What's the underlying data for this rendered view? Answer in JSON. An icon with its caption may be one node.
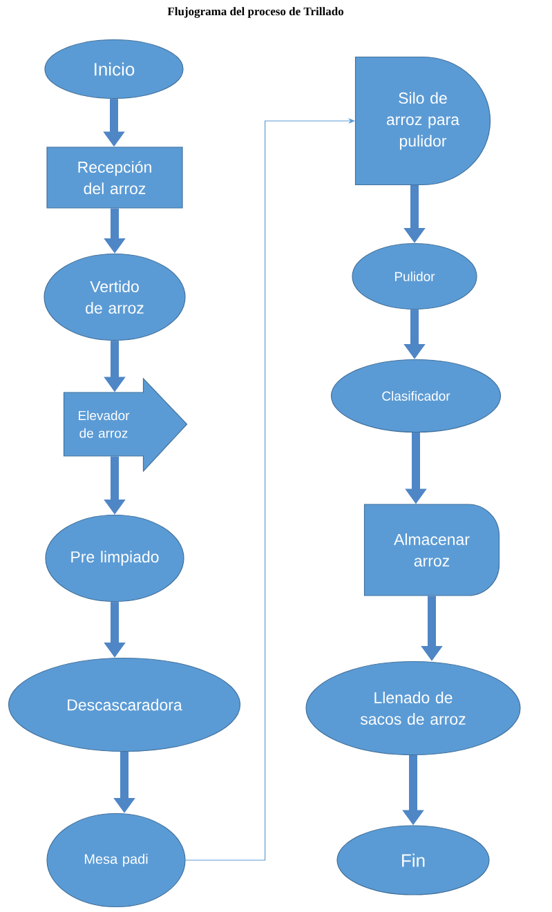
{
  "diagram": {
    "title": "Flujograma del proceso de Trillado",
    "nodes": [
      {
        "text": [
          "Inicio"
        ]
      },
      {
        "text": [
          "Recepción del arroz"
        ]
      },
      {
        "text": [
          "Vertido de arroz"
        ]
      },
      {
        "text": [
          "Elevador de arroz"
        ]
      },
      {
        "text": [
          "Pre limpiado"
        ]
      },
      {
        "text": [
          "Descascaradora"
        ]
      },
      {
        "text": [
          "Mesa padi"
        ]
      },
      {
        "text": [
          "Silo de arroz para pulidor"
        ]
      },
      {
        "text": [
          "Pulidor"
        ]
      },
      {
        "text": [
          "Clasificador"
        ]
      },
      {
        "text": [
          "Almacenar arroz"
        ]
      },
      {
        "text": [
          "Llenado de sacos de arroz"
        ]
      },
      {
        "text": [
          "Fin"
        ]
      }
    ],
    "edges": [
      {
        "from": 0,
        "to": 1,
        "arrow": "to"
      },
      {
        "from": 1,
        "to": 2,
        "arrow": "to"
      },
      {
        "from": 2,
        "to": 3,
        "arrow": "to"
      },
      {
        "from": 3,
        "to": 4,
        "arrow": "to"
      },
      {
        "from": 4,
        "to": 5,
        "arrow": "to"
      },
      {
        "from": 5,
        "to": 6,
        "arrow": "to"
      },
      {
        "from": 6,
        "to": 7,
        "arrow": "to",
        "color": "#5b9bd5"
      },
      {
        "from": 7,
        "to": 8,
        "arrow": "to"
      },
      {
        "from": 8,
        "to": 9,
        "arrow": "to"
      },
      {
        "from": 9,
        "to": 10,
        "arrow": "to"
      },
      {
        "from": 10,
        "to": 11,
        "arrow": "to"
      },
      {
        "from": 11,
        "to": 12,
        "arrow": "to"
      }
    ]
  }
}
